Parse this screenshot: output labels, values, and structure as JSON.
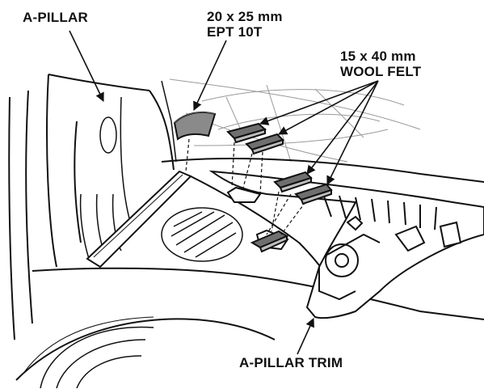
{
  "labels": {
    "a_pillar": "A-PILLAR",
    "ept_size": "20 x 25 mm",
    "ept_material": "EPT 10T",
    "felt_size": "15 x 40 mm",
    "felt_material": "WOOL FELT",
    "a_pillar_trim": "A-PILLAR TRIM"
  },
  "colors": {
    "line": "#111111",
    "pad_dark": "#6f6f6f",
    "pad_light": "#bdbdbd",
    "background": "#ffffff"
  }
}
